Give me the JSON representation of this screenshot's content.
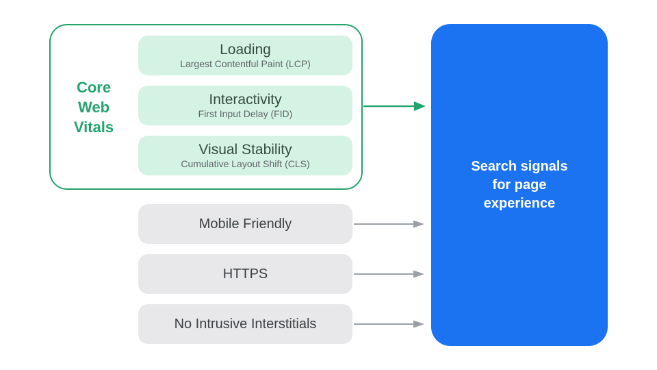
{
  "colors": {
    "accent-green": "#23A36D",
    "pill-green-bg": "#D5F3E5",
    "green-title-text": "#354A42",
    "subtitle-text": "#5F6368",
    "pill-gray-bg": "#E8E8EA",
    "gray-text": "#3C4043",
    "arrow-gray": "#9AA0A6",
    "blue-box-bg": "#1B73F2",
    "white": "#FFFFFF"
  },
  "core_web_vitals": {
    "label_lines": [
      "Core",
      "Web",
      "Vitals"
    ],
    "items": [
      {
        "title": "Loading",
        "subtitle": "Largest Contentful Paint (LCP)"
      },
      {
        "title": "Interactivity",
        "subtitle": "First Input Delay (FID)"
      },
      {
        "title": "Visual Stability",
        "subtitle": "Cumulative Layout Shift (CLS)"
      }
    ]
  },
  "other_signals": [
    {
      "label": "Mobile Friendly"
    },
    {
      "label": "HTTPS"
    },
    {
      "label": "No Intrusive Interstitials"
    }
  ],
  "result_box": {
    "lines": [
      "Search signals",
      "for page",
      "experience"
    ]
  }
}
